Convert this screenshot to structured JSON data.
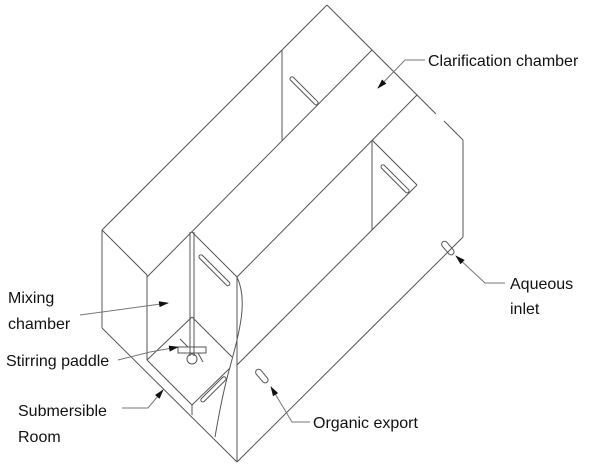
{
  "labels": {
    "clarification": "Clarification chamber",
    "aqueous_1": "Aqueous",
    "aqueous_2": "inlet",
    "mixing_1": "Mixing",
    "mixing_2": "chamber",
    "stirring": "Stirring paddle",
    "submersible_1": "Submersible",
    "submersible_2": "Room",
    "organic": "Organic export"
  },
  "colors": {
    "line": "#555555",
    "text": "#111111",
    "background": "#ffffff"
  }
}
